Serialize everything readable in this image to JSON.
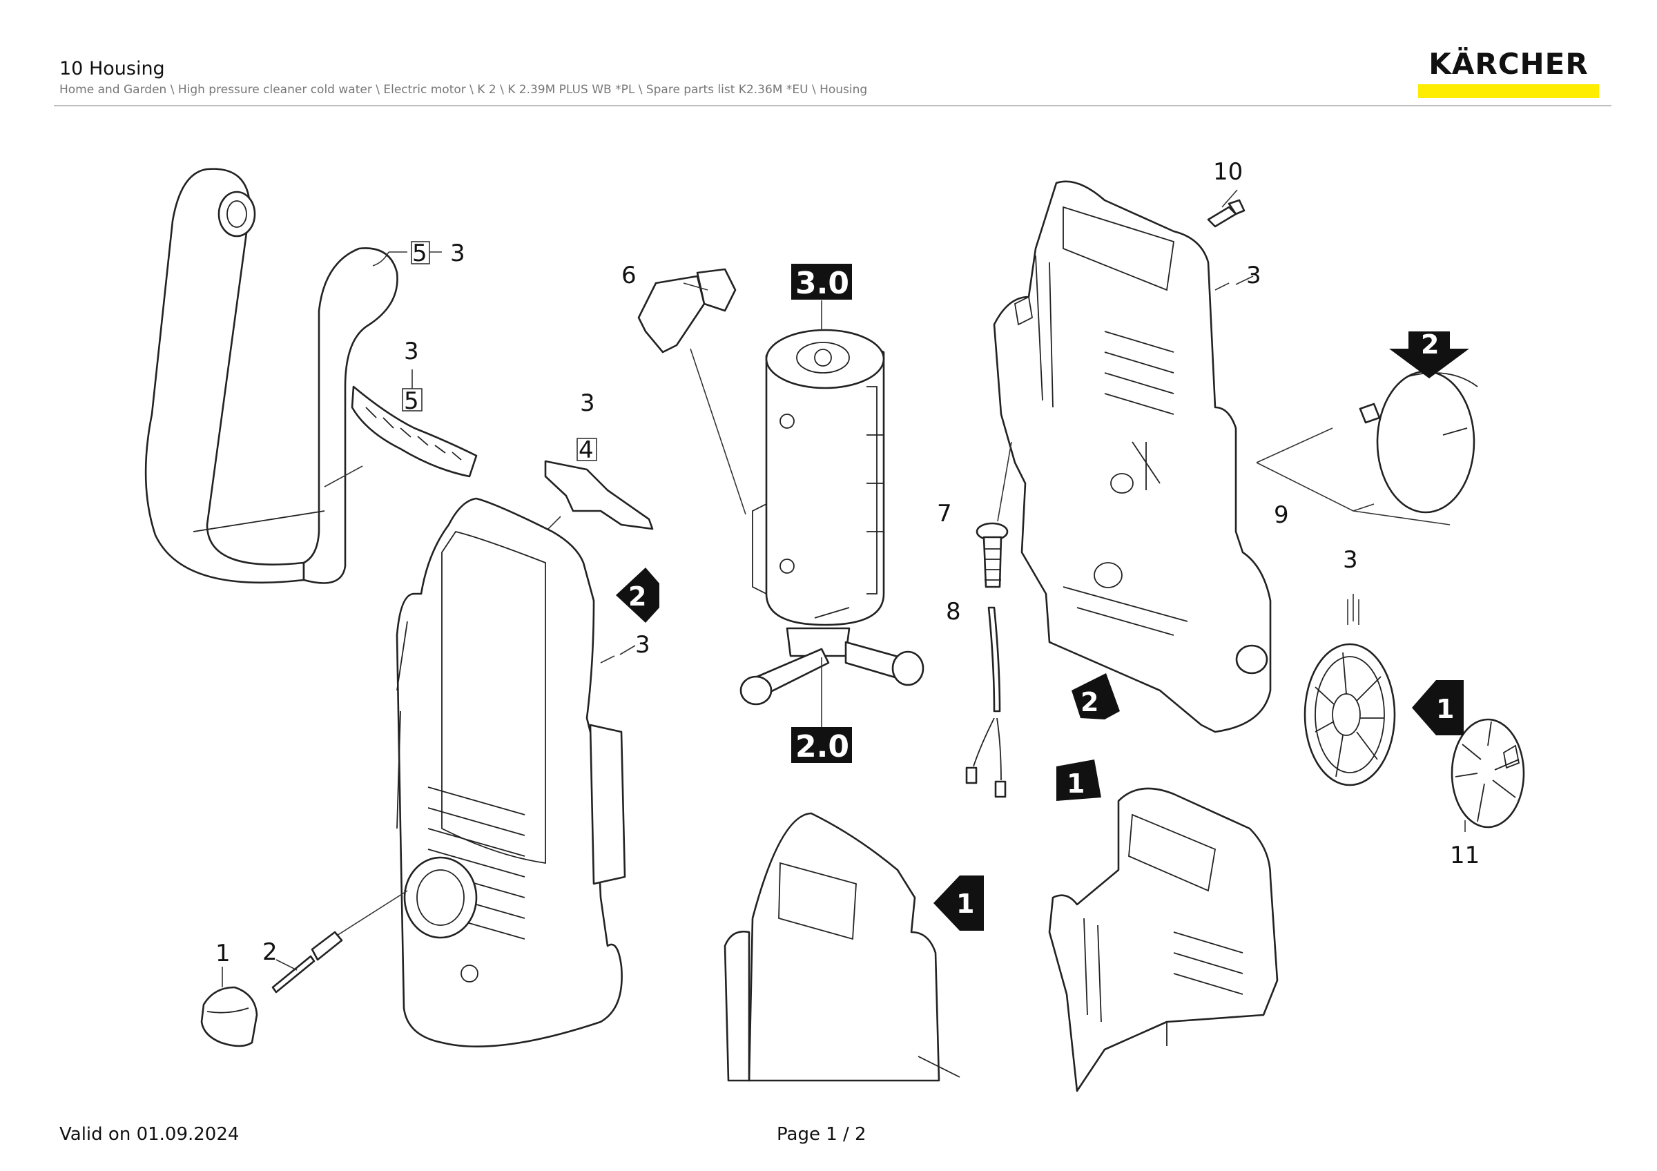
{
  "header": {
    "title": "10 Housing",
    "breadcrumb": "Home and Garden \\ High pressure cleaner cold water \\ Electric motor \\ K 2 \\ K 2.39M PLUS WB *PL \\ Spare parts list K2.36M *EU \\ Housing"
  },
  "brand": {
    "name": "KÄRCHER",
    "bar_color": "#ffed00"
  },
  "labels": {
    "p1": "1",
    "p2": "2",
    "p3a": "3",
    "p3b": "3",
    "p3c": "3",
    "p3d": "3",
    "p3e": "3",
    "p3f": "3",
    "p4": "4",
    "p5a": "5",
    "p5b": "5",
    "p6": "6",
    "p7": "7",
    "p8": "8",
    "p9": "9",
    "p10": "10",
    "p11": "11",
    "box30": "3.0",
    "box20": "2.0"
  },
  "markers": {
    "m2a": "2",
    "m2b": "2",
    "m2c": "2",
    "m1a": "1",
    "m1b": "1",
    "m1c": "1"
  },
  "footer": {
    "valid": "Valid on 01.09.2024",
    "page": "Page 1 / 2"
  }
}
